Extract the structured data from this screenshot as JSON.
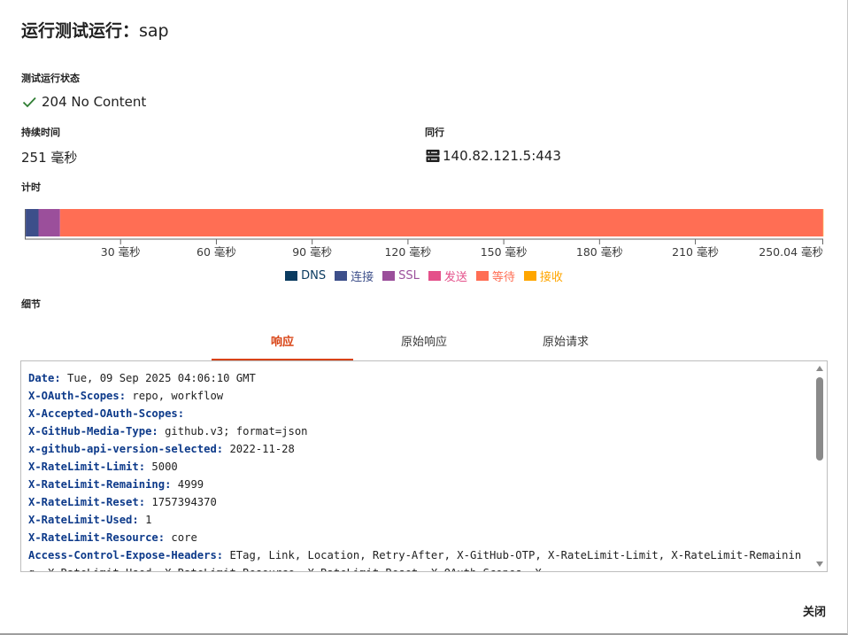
{
  "dialog": {
    "title_prefix": "运行测试运行：",
    "title_name": "sap"
  },
  "status": {
    "label": "测试运行状态",
    "value": "204 No Content",
    "icon": "check-icon",
    "color": "#2e7d32"
  },
  "duration": {
    "label": "持续时间",
    "value": "251 毫秒"
  },
  "peer": {
    "label": "同行",
    "value": "140.82.121.5:443",
    "icon": "server-icon"
  },
  "timing": {
    "label": "计时",
    "total_ms": 250.04,
    "segments": [
      {
        "name": "DNS",
        "start": 0,
        "duration": 0.3,
        "color": "#0b3b60"
      },
      {
        "name": "连接",
        "start": 0.3,
        "duration": 4.0,
        "color": "#3d4f8a"
      },
      {
        "name": "SSL",
        "start": 4.3,
        "duration": 6.7,
        "color": "#9b4f9b"
      },
      {
        "name": "发送",
        "start": 11.0,
        "duration": 0.1,
        "color": "#e4508a"
      },
      {
        "name": "等待",
        "start": 11.1,
        "duration": 238.9,
        "color": "#ff6e54"
      },
      {
        "name": "接收",
        "start": 250.0,
        "duration": 0.04,
        "color": "#ffa600"
      }
    ],
    "ticks": [
      {
        "value": 30,
        "label": "30 毫秒"
      },
      {
        "value": 60,
        "label": "60 毫秒"
      },
      {
        "value": 90,
        "label": "90 毫秒"
      },
      {
        "value": 120,
        "label": "120 毫秒"
      },
      {
        "value": 150,
        "label": "150 毫秒"
      },
      {
        "value": 180,
        "label": "180 毫秒"
      },
      {
        "value": 210,
        "label": "210 毫秒"
      },
      {
        "value": 250.04,
        "label": "250.04 毫秒"
      }
    ]
  },
  "details": {
    "label": "细节"
  },
  "tabs": [
    {
      "label": "响应",
      "active": true
    },
    {
      "label": "原始响应",
      "active": false
    },
    {
      "label": "原始请求",
      "active": false
    }
  ],
  "headers": [
    {
      "key": "Date",
      "value": "Tue, 09 Sep 2025 04:06:10 GMT"
    },
    {
      "key": "X-OAuth-Scopes",
      "value": "repo, workflow"
    },
    {
      "key": "X-Accepted-OAuth-Scopes",
      "value": ""
    },
    {
      "key": "X-GitHub-Media-Type",
      "value": "github.v3; format=json"
    },
    {
      "key": "x-github-api-version-selected",
      "value": "2022-11-28"
    },
    {
      "key": "X-RateLimit-Limit",
      "value": "5000"
    },
    {
      "key": "X-RateLimit-Remaining",
      "value": "4999"
    },
    {
      "key": "X-RateLimit-Reset",
      "value": "1757394370"
    },
    {
      "key": "X-RateLimit-Used",
      "value": "1"
    },
    {
      "key": "X-RateLimit-Resource",
      "value": "core"
    },
    {
      "key": "Access-Control-Expose-Headers",
      "value": "ETag, Link, Location, Retry-After, X-GitHub-OTP, X-RateLimit-Limit, X-RateLimit-Remaining, X-RateLimit-Used, X-RateLimit-Resource, X-RateLimit-Reset, X-OAuth-Scopes, X-"
    }
  ],
  "footer": {
    "close_label": "关闭"
  }
}
